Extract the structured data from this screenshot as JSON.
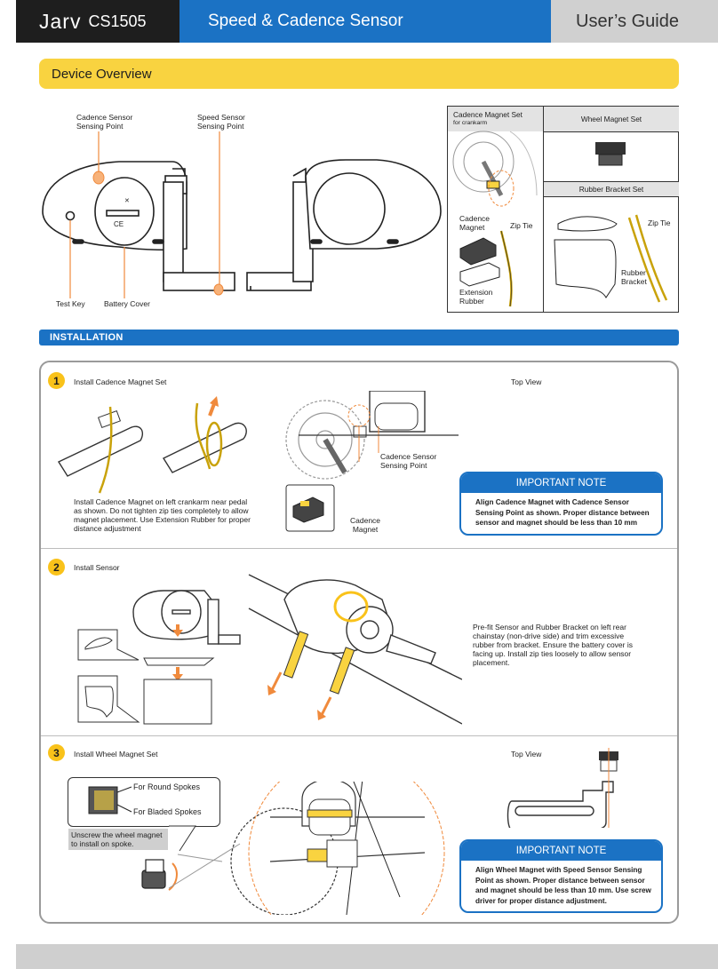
{
  "header": {
    "brand": "Jarv",
    "model": "CS1505",
    "title": "Speed & Cadence Sensor",
    "guide": "User’s Guide"
  },
  "overview": {
    "title": "Device Overview",
    "labels": {
      "cadence_point": [
        "Cadence Sensor",
        "Sensing Point"
      ],
      "speed_point": [
        "Speed Sensor",
        "Sensing Point"
      ],
      "test_key": "Test Key",
      "battery_cover": "Battery Cover"
    },
    "kit": {
      "cadence_set_title": "Cadence Magnet Set",
      "cadence_set_sub": "for crankarm",
      "wheel_set_title": "Wheel Magnet Set",
      "bracket_set_title": "Rubber Bracket Set",
      "cadence_magnet": [
        "Cadence",
        "Magnet"
      ],
      "zip_tie_1": "Zip Tie",
      "zip_tie_2": "Zip Tie",
      "extension_rubber": [
        "Extension",
        "Rubber"
      ],
      "rubber_bracket": [
        "Rubber",
        "Bracket"
      ]
    }
  },
  "installation": {
    "title": "INSTALLATION",
    "steps": [
      {
        "num": "1",
        "title": "Install Cadence Magnet Set",
        "text": "Install Cadence Magnet on left crankarm near pedal as shown.  Do not tighten zip ties completely to allow magnet placement. Use Extension Rubber for proper distance adjustment",
        "top_view": "Top View",
        "label_sensing": [
          "Cadence Sensor",
          "Sensing Point"
        ],
        "label_magnet": [
          "Cadence",
          "Magnet"
        ],
        "note_title": "IMPORTANT NOTE",
        "note_text": "Align Cadence Magnet with Cadence Sensor Sensing Point as shown. Proper distance between sensor and magnet should be less than 10 mm"
      },
      {
        "num": "2",
        "title": "Install Sensor",
        "text": "Pre-fit Sensor and Rubber Bracket on left rear chainstay (non-drive side) and trim excessive rubber from bracket.  Ensure the battery cover is facing up. Install zip ties loosely to allow sensor placement."
      },
      {
        "num": "3",
        "title": "Install Wheel Magnet Set",
        "round_spokes": "For Round Spokes",
        "bladed_spokes": "For Bladed Spokes",
        "unscrew": "Unscrew the wheel magnet to install on spoke.",
        "top_view": "Top View",
        "note_title": "IMPORTANT NOTE",
        "note_text": "Align Wheel Magnet with Speed Sensor Sensing Point as shown. Proper distance between sensor and magnet should be less than 10 mm. Use screw driver for proper distance adjustment."
      }
    ]
  },
  "colors": {
    "blue": "#1b72c4",
    "yellow": "#f9d340",
    "orange": "#f08a3c",
    "dark": "#1e1e1e",
    "grey": "#d0d0d0"
  }
}
